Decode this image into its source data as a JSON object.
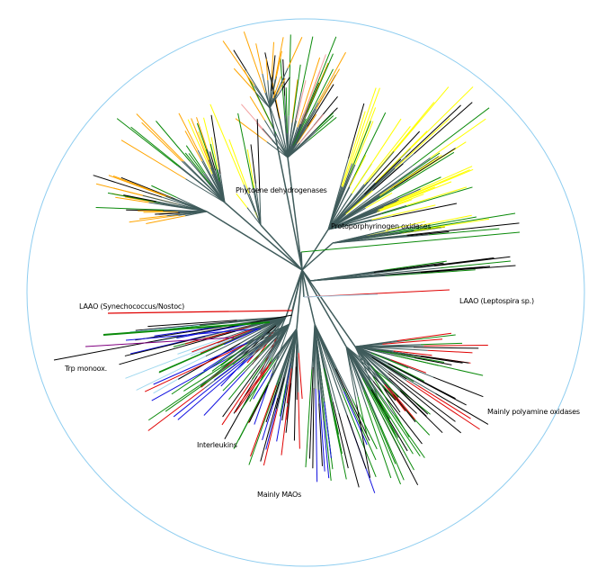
{
  "labels": {
    "phytoene": "Phytoene dehydrogenases",
    "protopor": "Protoporphyrinogen oxidases",
    "laao_syn": "LAAO (Synechococcus/Nostoc)",
    "laao_lepto": "LAAO (Leptospira sp.)",
    "trp": "Trp monoox.",
    "polyamine": "Mainly polyamine oxidases",
    "interleukins": "Interleukins",
    "maos": "Mainly MAOs"
  },
  "colors": {
    "circle": "#8ecdf0",
    "trunk": "#3f5b5b",
    "green": "#0a8a0a",
    "black": "#000000",
    "orange": "#ffa500",
    "yellow": "#ffff00",
    "red": "#e00000",
    "blue": "#1010e0",
    "purple": "#800080",
    "lightblue": "#a0d8ef",
    "pink": "#f4a0a0"
  }
}
